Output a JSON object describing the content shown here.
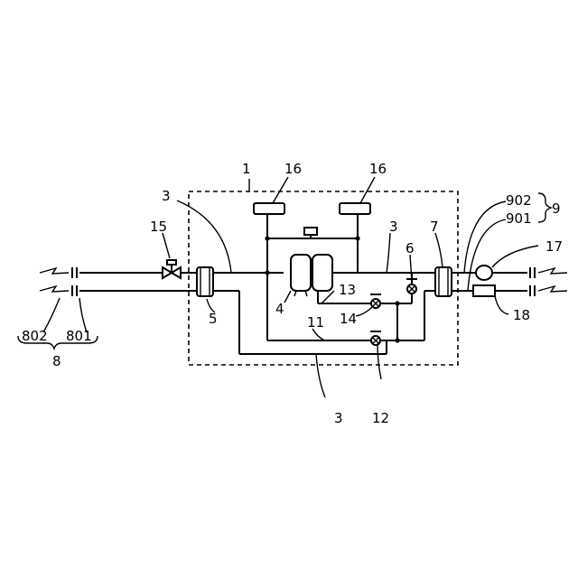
{
  "labels": {
    "l1": "1",
    "l3a": "3",
    "l3b": "3",
    "l3c": "3",
    "l4": "4",
    "l5": "5",
    "l6": "6",
    "l7": "7",
    "l8": "8",
    "l9": "9",
    "l11": "11",
    "l12": "12",
    "l13": "13",
    "l14": "14",
    "l15": "15",
    "l16a": "16",
    "l16b": "16",
    "l17": "17",
    "l18": "18",
    "l801": "801",
    "l802": "802",
    "l901": "901",
    "l902": "902"
  }
}
